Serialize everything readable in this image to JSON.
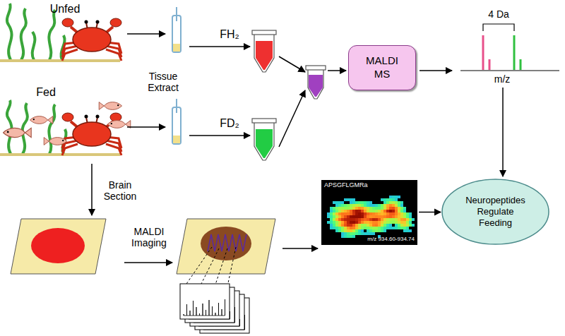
{
  "diagram": {
    "nodes": [
      {
        "text": [
          "MALDI MS"
        ]
      },
      {
        "text": [
          "APSGFLGMRa",
          "m/z 934.60-934.74"
        ]
      },
      {
        "text": [
          "Neuropeptides Regulate Feeding"
        ]
      }
    ],
    "edges": [
      {
        "from": 1,
        "to": 2,
        "arrow": "to"
      }
    ],
    "labels": [
      "Unfed",
      "Fed",
      "Tissue Extract",
      "FH₂",
      "FD₂",
      "4 Da",
      "m/z",
      "Brain Section",
      "MALDI Imaging"
    ]
  }
}
